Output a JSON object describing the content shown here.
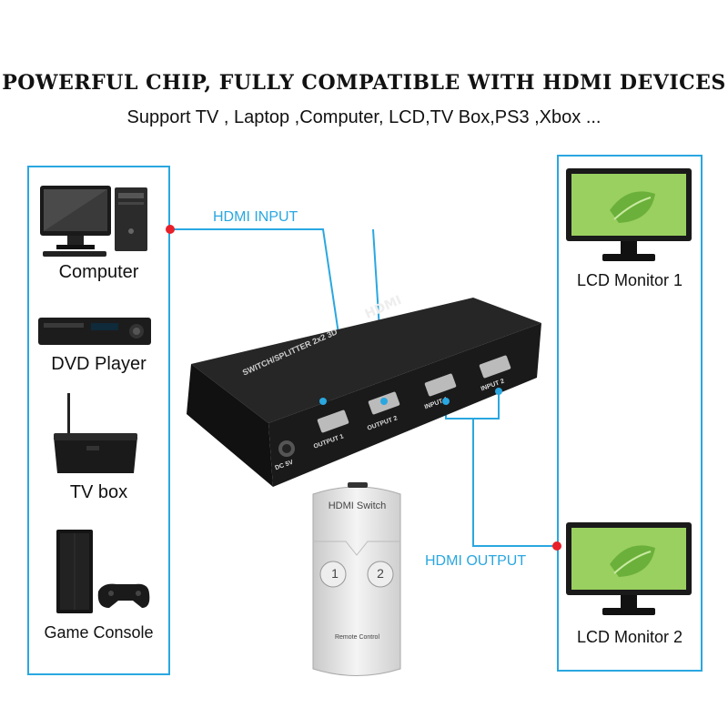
{
  "headline": "POWERFUL CHIP, FULLY COMPATIBLE WITH HDMI DEVICES",
  "subline": "Support TV , Laptop ,Computer, LCD,TV Box,PS3 ,Xbox ...",
  "sources": [
    {
      "label": "Computer",
      "icon": "computer-icon"
    },
    {
      "label": "DVD Player",
      "icon": "dvd-player-icon"
    },
    {
      "label": "TV box",
      "icon": "tv-box-icon"
    },
    {
      "label": "Game Console",
      "icon": "game-console-icon"
    }
  ],
  "outputs": [
    {
      "label": "LCD Monitor 1",
      "icon": "monitor-icon"
    },
    {
      "label": "LCD Monitor 2",
      "icon": "monitor-icon"
    }
  ],
  "connections": {
    "input_label": "HDMI INPUT",
    "output_label": "HDMI OUTPUT"
  },
  "device": {
    "brand": "HDMI",
    "model": "SWITCH/SPLITTER 2x2 3D",
    "ports": [
      "OUTPUT 1",
      "OUTPUT 2",
      "INPUT 1",
      "INPUT 2"
    ],
    "power_label": "DC 5V"
  },
  "remote": {
    "title": "HDMI Switch",
    "buttons": [
      "1",
      "2"
    ],
    "footer": "Remote Control"
  },
  "colors": {
    "accent": "#2aa7e0",
    "dot": "#e8202a",
    "device_body": "#1c1c1c",
    "screen_green": "#7cc242"
  }
}
